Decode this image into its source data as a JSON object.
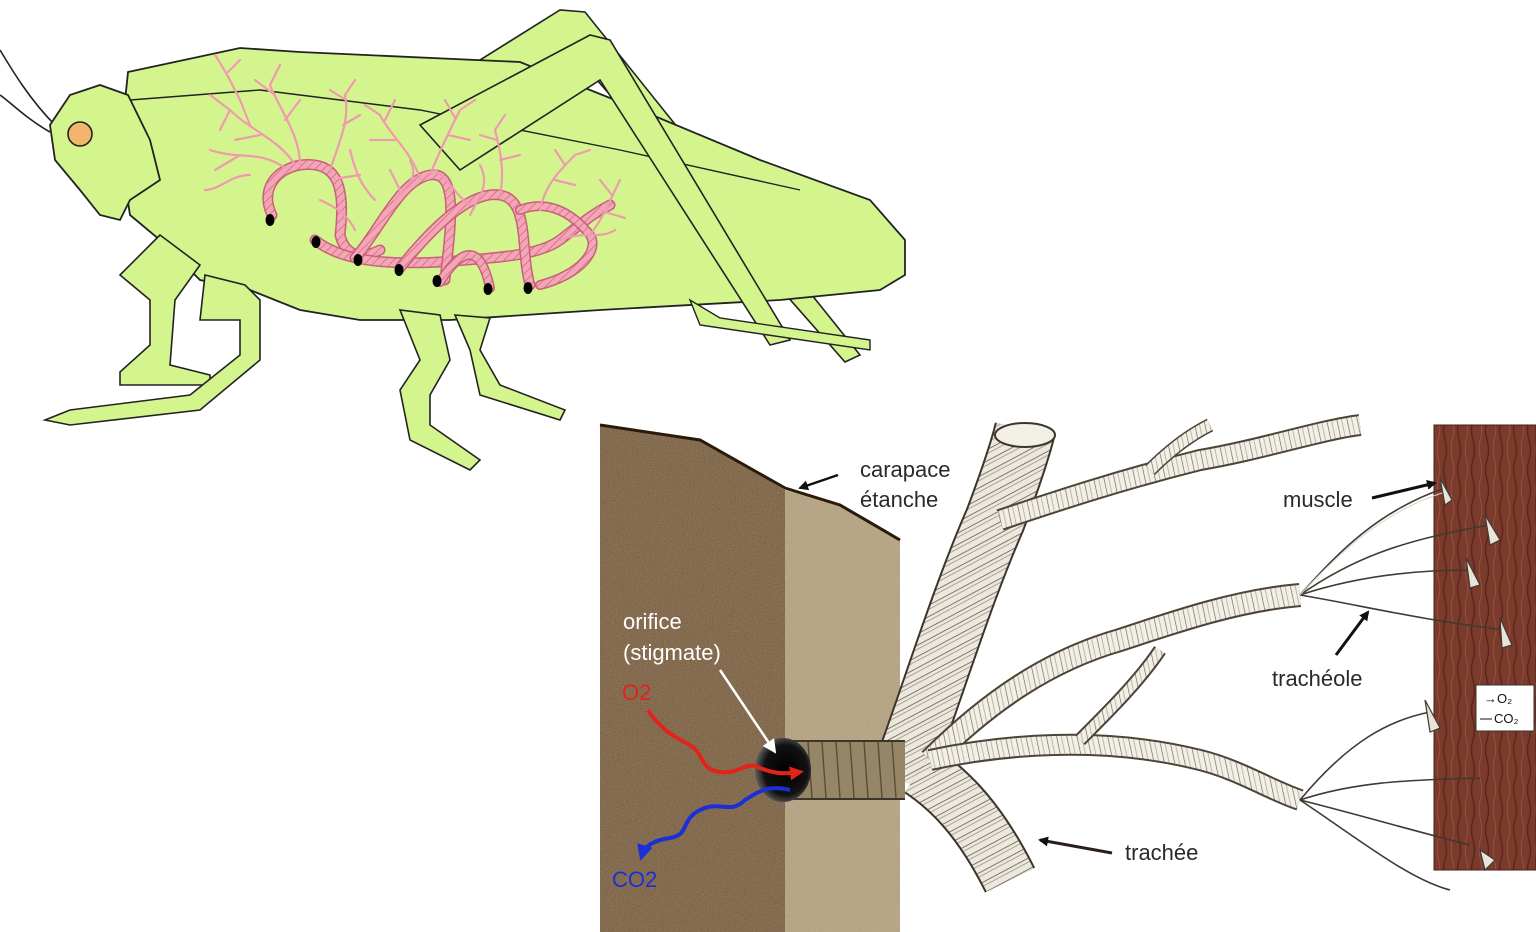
{
  "labels": {
    "carapace_line1": "carapace",
    "carapace_line2": "étanche",
    "orifice_line1": "orifice",
    "orifice_line2": "(stigmate)",
    "o2": "O2",
    "co2": "CO2",
    "muscle": "muscle",
    "tracheole": "trachéole",
    "trachee": "trachée",
    "inset_o2": "→O₂",
    "inset_co2": "CO₂"
  },
  "colors": {
    "insect_body": "#d4f58e",
    "tracheal_tubes": "#f4a6b6",
    "spiracle_dots": "#000000",
    "eye": "#f2b56a",
    "cuticle_dark": "#7a5a2a",
    "cuticle_light": "#b6a27e",
    "muscle": "#7a3a2c",
    "o2_arrow": "#e2231a",
    "co2_arrow": "#1a2fd6"
  }
}
